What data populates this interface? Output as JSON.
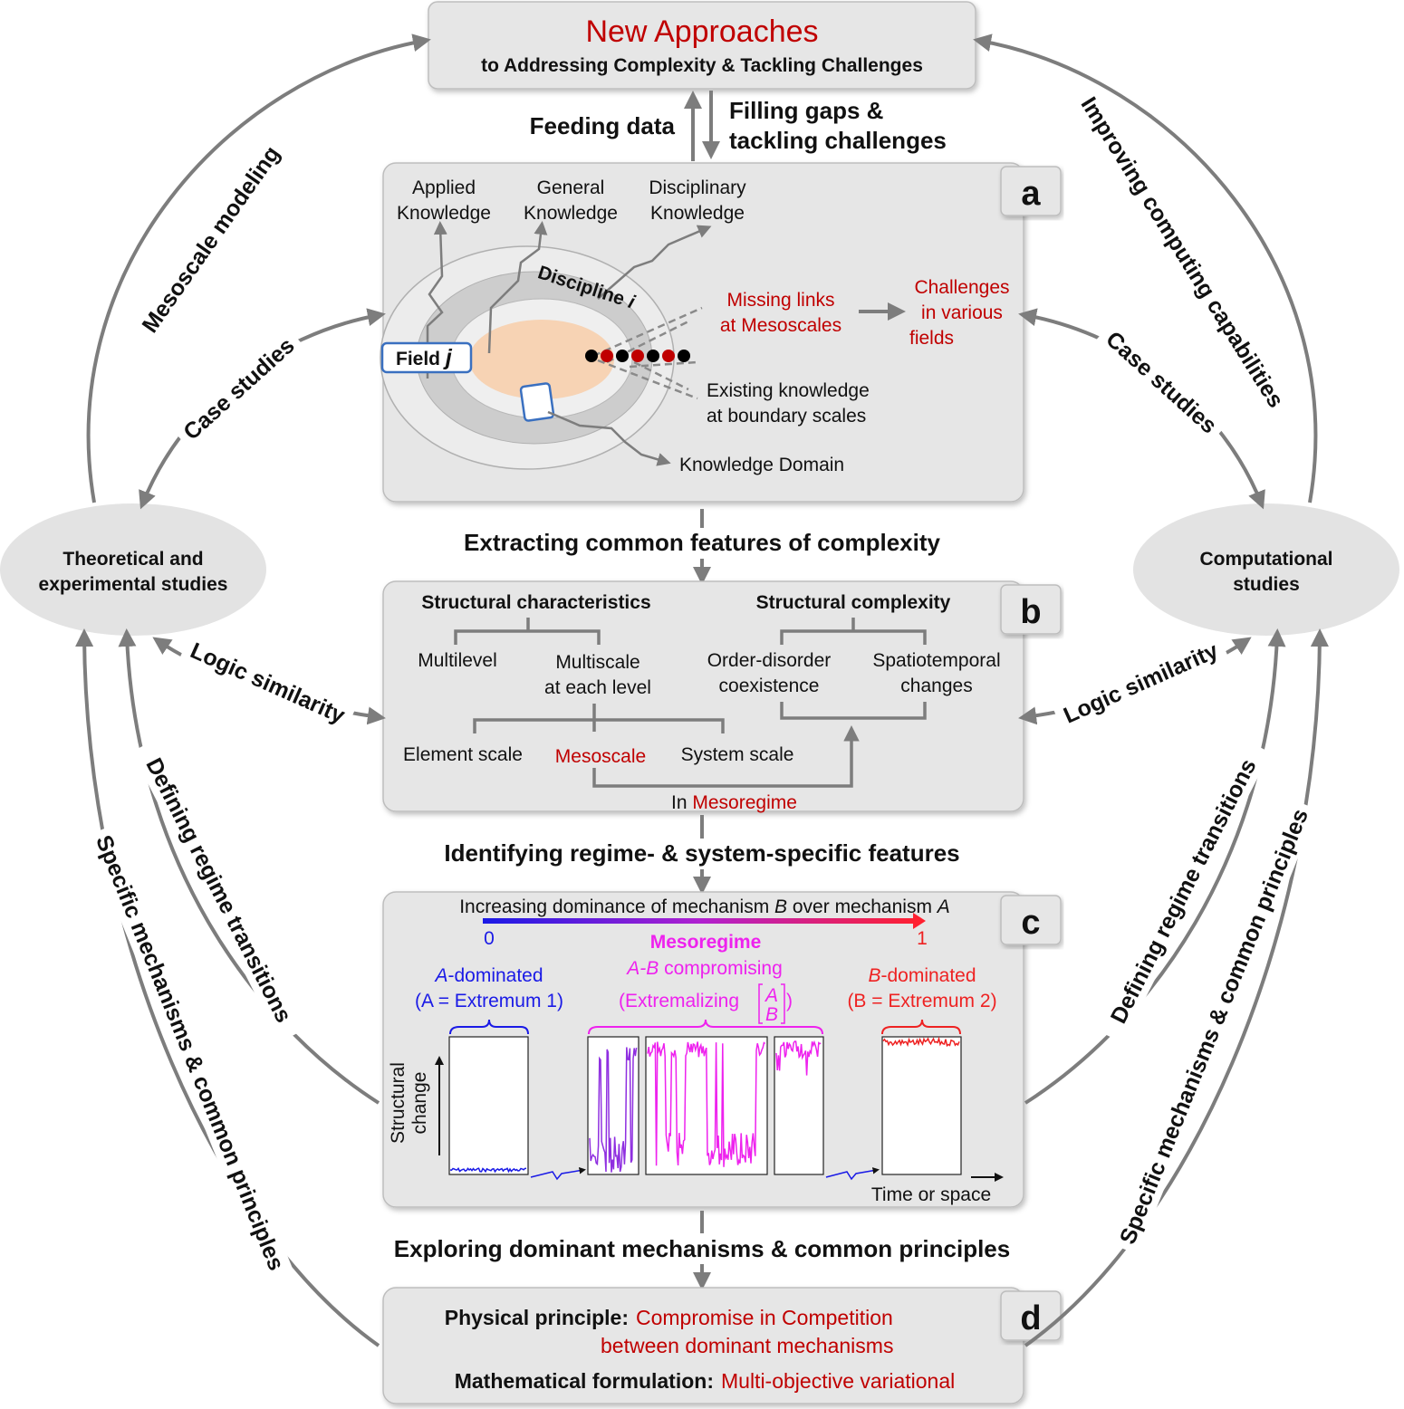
{
  "top_box": {
    "title": "New Approaches",
    "subtitle": "to Addressing Complexity & Tackling Challenges"
  },
  "top_links": {
    "feeding": "Feeding data",
    "filling_1": "Filling gaps &",
    "filling_2": "tackling challenges"
  },
  "panel_a": {
    "letter": "a",
    "applied_1": "Applied",
    "applied_2": "Knowledge",
    "general_1": "General",
    "general_2": "Knowledge",
    "disciplinary_1": "Disciplinary",
    "disciplinary_2": "Knowledge",
    "discipline": "Discipline",
    "discipline_var": "i",
    "field": "Field",
    "field_var": "j",
    "missing_1": "Missing links",
    "missing_2": "at Mesoscales",
    "challenges_1": "Challenges",
    "challenges_2": "in various",
    "challenges_3": "fields",
    "existing_1": "Existing knowledge",
    "existing_2": "at boundary scales",
    "domain": "Knowledge Domain"
  },
  "link_ab": "Extracting common features of complexity",
  "panel_b": {
    "letter": "b",
    "struct_char": "Structural characteristics",
    "struct_complex": "Structural complexity",
    "multilevel": "Multilevel",
    "multiscale_1": "Multiscale",
    "multiscale_2": "at each level",
    "order_1": "Order-disorder",
    "order_2": "coexistence",
    "spatio_1": "Spatiotemporal",
    "spatio_2": "changes",
    "element": "Element scale",
    "meso": "Mesoscale",
    "system": "System scale",
    "in_prefix": "In ",
    "mesoregime": "Mesoregime"
  },
  "link_bc": "Identifying regime- & system-specific features",
  "panel_c": {
    "letter": "c",
    "gradient_title_1": "Increasing dominance of mechanism ",
    "gradient_title_b": "B",
    "gradient_title_2": " over mechanism ",
    "gradient_title_a": "A",
    "zero": "0",
    "one": "1",
    "mesoregime": "Mesoregime",
    "a_dom_1a": "A",
    "a_dom_1b": "-dominated",
    "a_dom_2": "(A = Extremum 1)",
    "ab_1a": "A-B",
    "ab_1b": " compromising",
    "ab_2": "(Extremalizing",
    "ab_vec_a": "A",
    "ab_vec_b": "B",
    "ab_close": ")",
    "b_dom_1a": "B",
    "b_dom_1b": "-dominated",
    "b_dom_2": "(B = Extremum 2)",
    "ylabel_1": "Structural",
    "ylabel_2": "change",
    "xlabel": "Time or space",
    "colors": {
      "a": "#1a1ae6",
      "mid1": "#8f2fe0",
      "mid": "#ee22ee",
      "b": "#ee2222"
    }
  },
  "link_cd": "Exploring dominant mechanisms & common principles",
  "panel_d": {
    "letter": "d",
    "phys_label": "Physical principle:",
    "phys_val_1": "Compromise in Competition",
    "phys_val_2": "between dominant mechanisms",
    "math_label": "Mathematical formulation:",
    "math_val": "Multi-objective variational"
  },
  "left_oval_1": "Theoretical and",
  "left_oval_2": "experimental studies",
  "right_oval_1": "Computational",
  "right_oval_2": "studies",
  "side_labels": {
    "mesoscale_modeling": "Mesoscale modeling",
    "case_left": "Case studies",
    "logic_left": "Logic similarity",
    "defining_left": "Defining regime transitions",
    "specific_left": "Specific mechanisms & common principles",
    "improving": "Improving computing capabilities",
    "case_right": "Case studies",
    "logic_right": "Logic similarity",
    "defining_right": "Defining regime transitions",
    "specific_right": "Specific mechanisms & common principles"
  }
}
